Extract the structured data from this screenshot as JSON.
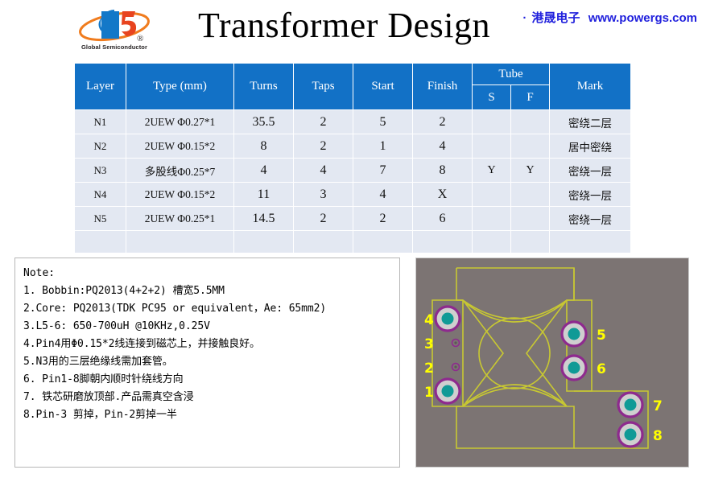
{
  "header": {
    "title": "Transformer Design",
    "logo": {
      "mark_text": "G5",
      "caption": "Global Semiconductor",
      "registered_mark": "®",
      "blue": "#1378c8",
      "red": "#e8441f",
      "orange": "#f07c1e"
    },
    "brand": {
      "separator": "·",
      "company_cn": "港晟电子",
      "website": "www.powergs.com",
      "color": "#2222dd"
    }
  },
  "table": {
    "accent": "#1271c6",
    "row_bg": "#e3e8f2",
    "columns": [
      {
        "key": "layer",
        "label": "Layer"
      },
      {
        "key": "type",
        "label": "Type (mm)"
      },
      {
        "key": "turns",
        "label": "Turns"
      },
      {
        "key": "taps",
        "label": "Taps"
      },
      {
        "key": "start",
        "label": "Start"
      },
      {
        "key": "finish",
        "label": "Finish"
      },
      {
        "key": "tube",
        "label": "Tube",
        "children": [
          "S",
          "F"
        ]
      },
      {
        "key": "mark",
        "label": "Mark"
      }
    ],
    "group_header": {
      "tube": "Tube",
      "tube_s": "S",
      "tube_f": "F"
    },
    "rows": [
      {
        "layer": "N1",
        "type": "2UEW  Φ0.27*1",
        "turns": "35.5",
        "taps": "2",
        "start": "5",
        "finish": "2",
        "tube_s": "",
        "tube_f": "",
        "mark": "密绕二层"
      },
      {
        "layer": "N2",
        "type": "2UEW  Φ0.15*2",
        "turns": "8",
        "taps": "2",
        "start": "1",
        "finish": "4",
        "tube_s": "",
        "tube_f": "",
        "mark": "居中密绕"
      },
      {
        "layer": "N3",
        "type": "多股线Φ0.25*7",
        "turns": "4",
        "taps": "4",
        "start": "7",
        "finish": "8",
        "tube_s": "Y",
        "tube_f": "Y",
        "mark": "密绕一层"
      },
      {
        "layer": "N4",
        "type": "2UEW  Φ0.15*2",
        "turns": "11",
        "taps": "3",
        "start": "4",
        "finish": "X",
        "tube_s": "",
        "tube_f": "",
        "mark": "密绕一层"
      },
      {
        "layer": "N5",
        "type": "2UEW  Φ0.25*1",
        "turns": "14.5",
        "taps": "2",
        "start": "2",
        "finish": "6",
        "tube_s": "",
        "tube_f": "",
        "mark": "密绕一层"
      },
      {
        "layer": "",
        "type": "",
        "turns": "",
        "taps": "",
        "start": "",
        "finish": "",
        "tube_s": "",
        "tube_f": "",
        "mark": ""
      }
    ]
  },
  "notes": {
    "heading": "Note:",
    "lines": [
      "1. Bobbin:PQ2013(4+2+2) 槽宽5.5MM",
      "2.Core: PQ2013(TDK PC95 or equivalent，Ae: 65mm2)",
      "3.L5-6: 650-700uH  @10KHz,0.25V",
      "4.Pin4用Φ0.15*2线连接到磁芯上，并接触良好。",
      "5.N3用的三层绝缘线需加套管。",
      "6. Pin1-8脚朝内顺时针绕线方向",
      "7. 铁芯研磨放顶部.产品需真空含浸",
      "8.Pin-3 剪掉，Pin-2剪掉一半"
    ]
  },
  "bobbin": {
    "background": "#7c7473",
    "outline_color": "#c8c832",
    "pin_ring_color": "#8e2a8e",
    "pin_mid_color": "#cfcfcf",
    "pin_core_color": "#109a96",
    "label_color": "#ffff00",
    "pins": [
      {
        "number": "4",
        "size": "large",
        "side": "left"
      },
      {
        "number": "3",
        "size": "cut",
        "side": "left"
      },
      {
        "number": "2",
        "size": "cut",
        "side": "left"
      },
      {
        "number": "1",
        "size": "large",
        "side": "left"
      },
      {
        "number": "5",
        "size": "large",
        "side": "right"
      },
      {
        "number": "6",
        "size": "large",
        "side": "right"
      },
      {
        "number": "7",
        "size": "large",
        "side": "right-low"
      },
      {
        "number": "8",
        "size": "large",
        "side": "right-low"
      }
    ]
  }
}
